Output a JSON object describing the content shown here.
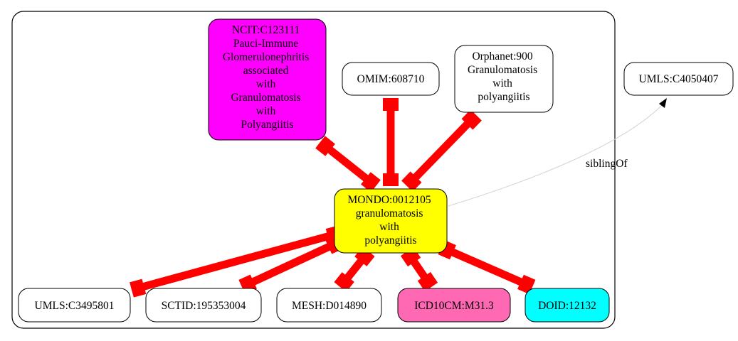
{
  "nodes": {
    "center": {
      "lines": [
        "MONDO:0012105",
        "granulomatosis",
        "with",
        "polyangiitis"
      ],
      "fill": "#ffff00"
    },
    "ncit": {
      "lines": [
        "NCIT:C123111",
        "Pauci-Immune",
        "Glomerulonephritis",
        "associated",
        "with",
        "Granulomatosis",
        "with",
        "Polyangiitis"
      ],
      "fill": "#ff00ff"
    },
    "omim": {
      "lines": [
        "OMIM:608710"
      ],
      "fill": "#ffffff"
    },
    "orphanet": {
      "lines": [
        "Orphanet:900",
        "Granulomatosis",
        "with",
        "polyangiitis"
      ],
      "fill": "#ffffff"
    },
    "umls_outer": {
      "lines": [
        "UMLS:C4050407"
      ],
      "fill": "#ffffff"
    },
    "umls": {
      "lines": [
        "UMLS:C3495801"
      ],
      "fill": "#ffffff"
    },
    "sctid": {
      "lines": [
        "SCTID:195353004"
      ],
      "fill": "#ffffff"
    },
    "mesh": {
      "lines": [
        "MESH:D014890"
      ],
      "fill": "#ffffff"
    },
    "icd10cm": {
      "lines": [
        "ICD10CM:M31.3"
      ],
      "fill": "#ff69b4"
    },
    "doid": {
      "lines": [
        "DOID:12132"
      ],
      "fill": "#00ffff"
    }
  },
  "edges": {
    "sibling_label": "siblingOf",
    "equivalence_color": "#ff0000",
    "sibling_color": "#d3d3d3"
  }
}
